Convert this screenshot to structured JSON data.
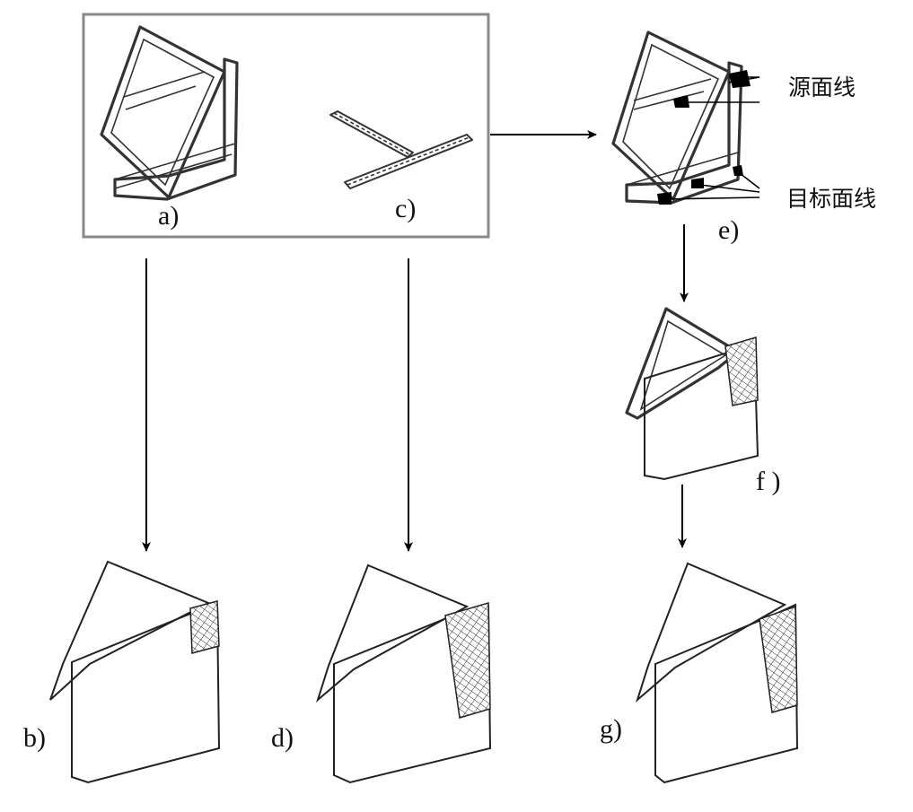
{
  "figure": {
    "labels": {
      "a": "a)",
      "b": "b)",
      "c": "c)",
      "d": "d)",
      "e": "e)",
      "f": "f )",
      "g": "g)"
    },
    "annotations": {
      "source_face_line": "源面线",
      "target_face_line": "目标面线"
    }
  }
}
